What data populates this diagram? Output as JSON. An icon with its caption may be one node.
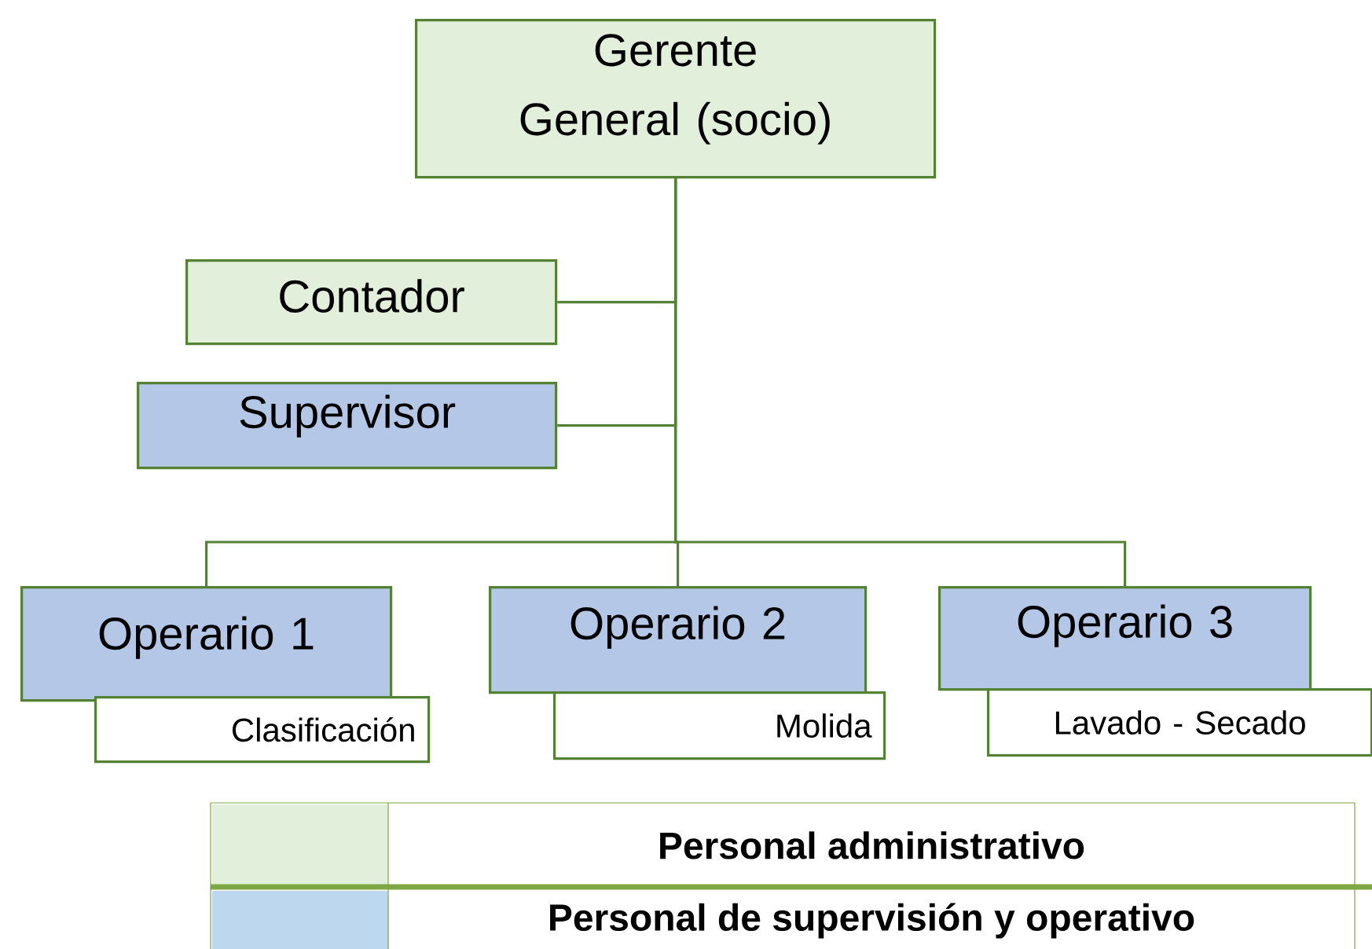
{
  "diagram": {
    "nodes": [
      {
        "text": [
          "Gerente General (socio)"
        ]
      },
      {
        "text": [
          "Contador"
        ]
      },
      {
        "text": [
          "Supervisor"
        ]
      },
      {
        "text": [
          "Operario 1"
        ]
      },
      {
        "text": [
          "Clasificación"
        ]
      },
      {
        "text": [
          "Operario 2"
        ]
      },
      {
        "text": [
          "Molida"
        ]
      },
      {
        "text": [
          "Operario 3"
        ]
      },
      {
        "text": [
          "Lavado - Secado"
        ]
      }
    ],
    "edges": [
      {
        "from": 0,
        "to": 1,
        "arrow": "none"
      },
      {
        "from": 0,
        "to": 2,
        "arrow": "none"
      },
      {
        "from": 0,
        "to": 3,
        "arrow": "none"
      },
      {
        "from": 0,
        "to": 5,
        "arrow": "none"
      },
      {
        "from": 0,
        "to": 7,
        "arrow": "none"
      }
    ],
    "legend": [
      {
        "text": "Personal administrativo",
        "color": "#e2efda"
      },
      {
        "text": "Personal de supervisión y operativo",
        "color": "#bdd7ee"
      }
    ]
  }
}
